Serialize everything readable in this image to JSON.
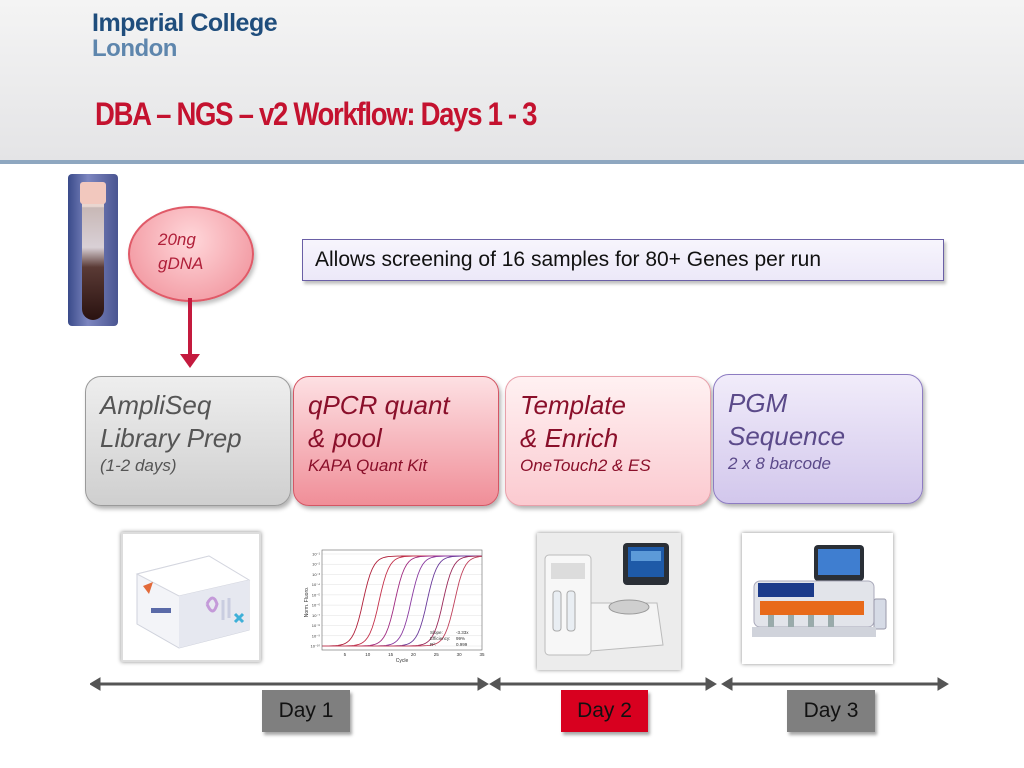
{
  "header": {
    "logo_line1": "Imperial College",
    "logo_line2": "London",
    "title": "DBA – NGS – v2 Workflow: Days 1 - 3"
  },
  "sample": {
    "line1": "20ng",
    "line2": "gDNA"
  },
  "info_text": "Allows screening of 16 samples for 80+ Genes per run",
  "steps": [
    {
      "main_line1": "AmpliSeq",
      "main_line2": "Library Prep",
      "sub": "(1-2 days)"
    },
    {
      "main_line1": "qPCR quant",
      "main_line2": "& pool",
      "sub": "KAPA Quant Kit"
    },
    {
      "main_line1": "Template",
      "main_line2": "& Enrich",
      "sub": "OneTouch2 & ES"
    },
    {
      "main_line1": "PGM",
      "main_line2": "Sequence",
      "sub": "2 x 8 barcode"
    }
  ],
  "qpcr_plot": {
    "ylabel": "Norm. Fluoro.",
    "xlabel": "Cycle",
    "xticks": [
      "5",
      "10",
      "15",
      "20",
      "25",
      "30",
      "35"
    ],
    "yticks": [
      "10⁻¹",
      "10⁻²",
      "10⁻³",
      "10⁻⁴",
      "10⁻⁵",
      "10⁻⁶",
      "10⁻⁷",
      "10⁻⁸",
      "10⁻⁹",
      "10⁻¹⁰"
    ],
    "stats": [
      {
        "label": "Slope:",
        "value": "-3.33x"
      },
      {
        "label": "Efficiency:",
        "value": "99%"
      },
      {
        "label": "R²:",
        "value": "0.999"
      }
    ]
  },
  "days": [
    {
      "label": "Day 1",
      "color": "#7f7f7f"
    },
    {
      "label": "Day 2",
      "color": "#d8001f"
    },
    {
      "label": "Day 3",
      "color": "#7f7f7f"
    }
  ],
  "colors": {
    "title_red": "#c4122f",
    "logo_blue": "#1f4d7c",
    "arrow_red": "#c41a3e"
  }
}
